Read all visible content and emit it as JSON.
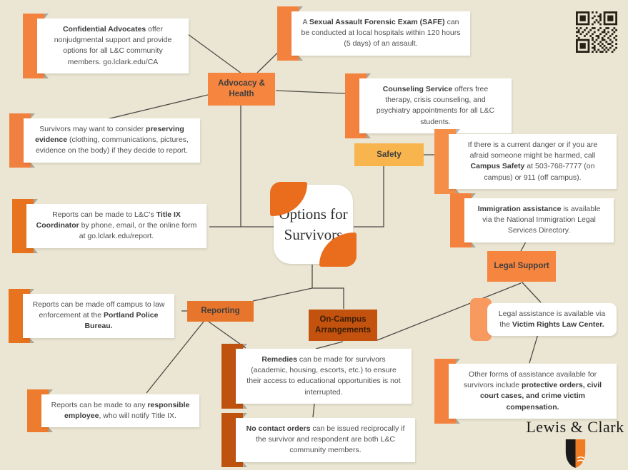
{
  "canvas": {
    "background": "#ebe6d3",
    "line_color": "#4b4a47"
  },
  "center": {
    "title": "Options for Survivors",
    "accent": "#ea6d1d"
  },
  "nodes": {
    "advocacy": {
      "label": "Advocacy & Health",
      "color": "#f5853f",
      "text": "#3f3e3e"
    },
    "safety": {
      "label": "Safety",
      "color": "#f8b54e",
      "text": "#3f3e3e"
    },
    "legal": {
      "label": "Legal Support",
      "color": "#f5853f",
      "text": "#3f3e3e"
    },
    "reporting": {
      "label": "Reporting",
      "color": "#e8752c",
      "text": "#3f3e3e"
    },
    "oncampus": {
      "label": "On-Campus Arrangements",
      "color": "#c2520e",
      "text": "#3b1d05"
    }
  },
  "notes": [
    {
      "ribbon": "#f4823f",
      "segments": [
        {
          "t": "Confidential Advocates",
          "b": true
        },
        {
          "t": " offer nonjudgmental support and provide options for all L&C community members. go.lclark.edu/CA"
        }
      ]
    },
    {
      "ribbon": "#f4823f",
      "segments": [
        {
          "t": "A "
        },
        {
          "t": "Sexual Assault Forensic Exam (SAFE)",
          "b": true
        },
        {
          "t": " can be conducted at local hospitals within 120 hours (5 days) of an assault."
        }
      ]
    },
    {
      "ribbon": "#f4823f",
      "segments": [
        {
          "t": "Counseling Service",
          "b": true
        },
        {
          "t": " offers free therapy, crisis counseling, and psychiatry appointments for all L&C students."
        }
      ]
    },
    {
      "ribbon": "#f08040",
      "segments": [
        {
          "t": "Survivors may want to consider "
        },
        {
          "t": "preserving evidence",
          "b": true
        },
        {
          "t": " (clothing, communications, pictures, evidence on the body) if they decide to report."
        }
      ]
    },
    {
      "ribbon": "#f58e47",
      "segments": [
        {
          "t": "If there is a current danger or if you are afraid someone might be harmed, call "
        },
        {
          "t": "Campus Safety",
          "b": true
        },
        {
          "t": " at 503-768-7777 (on campus) or 911 (off campus)."
        }
      ]
    },
    {
      "ribbon": "#e8731f",
      "segments": [
        {
          "t": "Reports can be made to L&C's "
        },
        {
          "t": "Title IX Coordinator",
          "b": true
        },
        {
          "t": " by phone, email, or the online form at go.lclark.edu/report."
        }
      ]
    },
    {
      "ribbon": "#f4823f",
      "segments": [
        {
          "t": "Immigration assistance",
          "b": true
        },
        {
          "t": " is available via the National Immigration Legal Services Directory."
        }
      ]
    },
    {
      "ribbon": "#e8731f",
      "segments": [
        {
          "t": "Reports can be made off campus to law enforcement at the "
        },
        {
          "t": "Portland Police Bureau.",
          "b": true
        }
      ]
    },
    {
      "ribbon": "#f89a5f",
      "segments": [
        {
          "t": "Legal assistance is available via the "
        },
        {
          "t": "Victim Rights Law Center.",
          "b": true
        }
      ]
    },
    {
      "ribbon": "#f4823f",
      "segments": [
        {
          "t": "Other forms of assistance available for survivors include "
        },
        {
          "t": "protective orders, civil court cases, and crime victim compensation.",
          "b": true
        }
      ]
    },
    {
      "ribbon": "#ee7c2e",
      "segments": [
        {
          "t": "Reports can be made to any "
        },
        {
          "t": "responsible employee",
          "b": true
        },
        {
          "t": ", who will notify Title IX."
        }
      ]
    },
    {
      "ribbon": "#c0520f",
      "segments": [
        {
          "t": "Remedies",
          "b": true
        },
        {
          "t": " can be made for survivors (academic, housing, escorts, etc.) to ensure their access to educational opportunities is not interrupted."
        }
      ]
    },
    {
      "ribbon": "#c0520f",
      "segments": [
        {
          "t": "No contact orders",
          "b": true
        },
        {
          "t": " can be issued reciprocally if the survivor and respondent are both L&C community members."
        }
      ]
    }
  ],
  "connections": [
    [
      "confidential-advocates",
      "advocacy-health"
    ],
    [
      "safe-exam",
      "advocacy-health"
    ],
    [
      "counseling",
      "advocacy-health"
    ],
    [
      "preserving-evidence",
      "advocacy-health"
    ],
    [
      "advocacy-health",
      "center"
    ],
    [
      "campus-safety",
      "safety"
    ],
    [
      "safety",
      "center"
    ],
    [
      "title-ix",
      "center"
    ],
    [
      "immigration",
      "legal-support"
    ],
    [
      "legal-support",
      "victim-rights"
    ],
    [
      "victim-rights",
      "other-assistance"
    ],
    [
      "portland-police",
      "reporting"
    ],
    [
      "center",
      "reporting"
    ],
    [
      "center",
      "on-campus-arrangements"
    ],
    [
      "on-campus-arrangements",
      "legal-support"
    ],
    [
      "reporting",
      "responsible-employee"
    ],
    [
      "reporting",
      "remedies"
    ],
    [
      "on-campus-arrangements",
      "remedies"
    ],
    [
      "remedies",
      "no-contact-orders"
    ]
  ],
  "logo": {
    "text": "Lewis & Clark",
    "shield_dark": "#1a1a1a",
    "shield_orange": "#f07d23"
  },
  "icons": {
    "qr": "qr-code-icon",
    "shield": "lc-shield-icon"
  }
}
